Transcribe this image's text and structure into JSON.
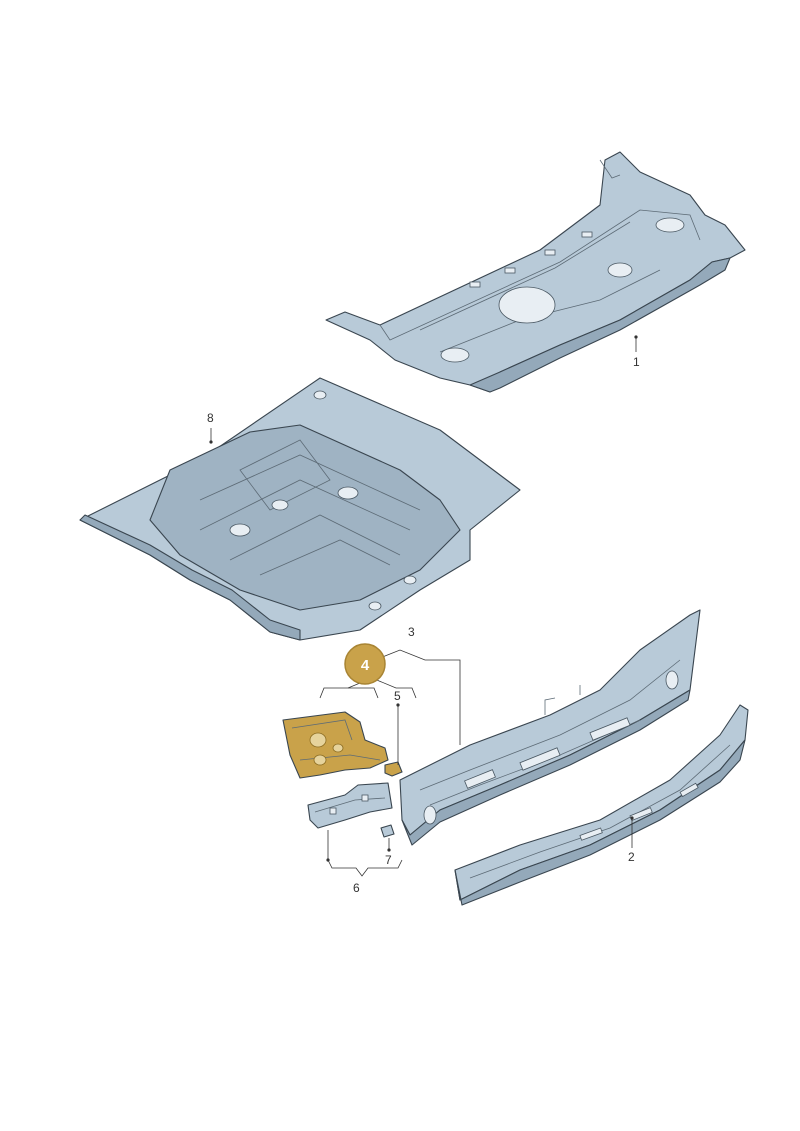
{
  "diagram": {
    "highlight_color": "#c9a24a",
    "part_color": "#b8cad8",
    "part_shade": "#94a9ba",
    "callouts": [
      {
        "id": "1",
        "label": "1"
      },
      {
        "id": "2",
        "label": "2"
      },
      {
        "id": "3",
        "label": "3"
      },
      {
        "id": "4",
        "label": "4",
        "highlighted": true
      },
      {
        "id": "5",
        "label": "5"
      },
      {
        "id": "6",
        "label": "6"
      },
      {
        "id": "7",
        "label": "7"
      },
      {
        "id": "8",
        "label": "8"
      }
    ]
  }
}
